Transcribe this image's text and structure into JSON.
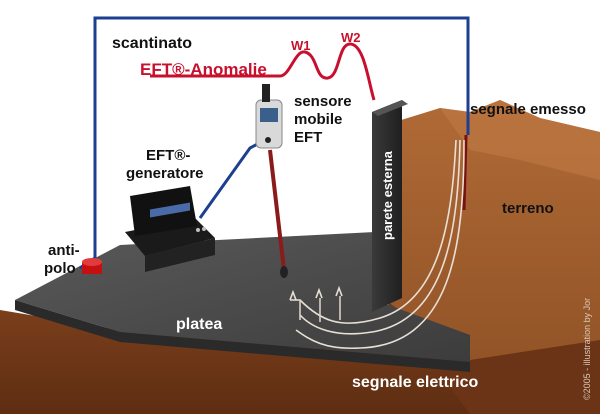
{
  "labels": {
    "scantinato": "scantinato",
    "eft_anomalie": "EFT®-Anomalie",
    "w1": "W1",
    "w2": "W2",
    "sensore_line1": "sensore",
    "sensore_line2": "mobile",
    "sensore_line3": "EFT",
    "segnale_emesso": "segnale emesso",
    "generatore_line1": "EFT®-",
    "generatore_line2": "generatore",
    "parete_esterna": "parete esterna",
    "terreno": "terreno",
    "anti_line1": "anti-",
    "anti_line2": "polo",
    "platea": "platea",
    "segnale_elettrico": "segnale elettrico",
    "copyright": "©2005 - illustration by Jor"
  },
  "colors": {
    "circuit_blue": "#1c3f8f",
    "anomaly_red": "#c8102e",
    "slab_dark": "#4a4a4a",
    "earth_brown": "#8a4b22",
    "wall_dark": "#2f2f2f"
  }
}
